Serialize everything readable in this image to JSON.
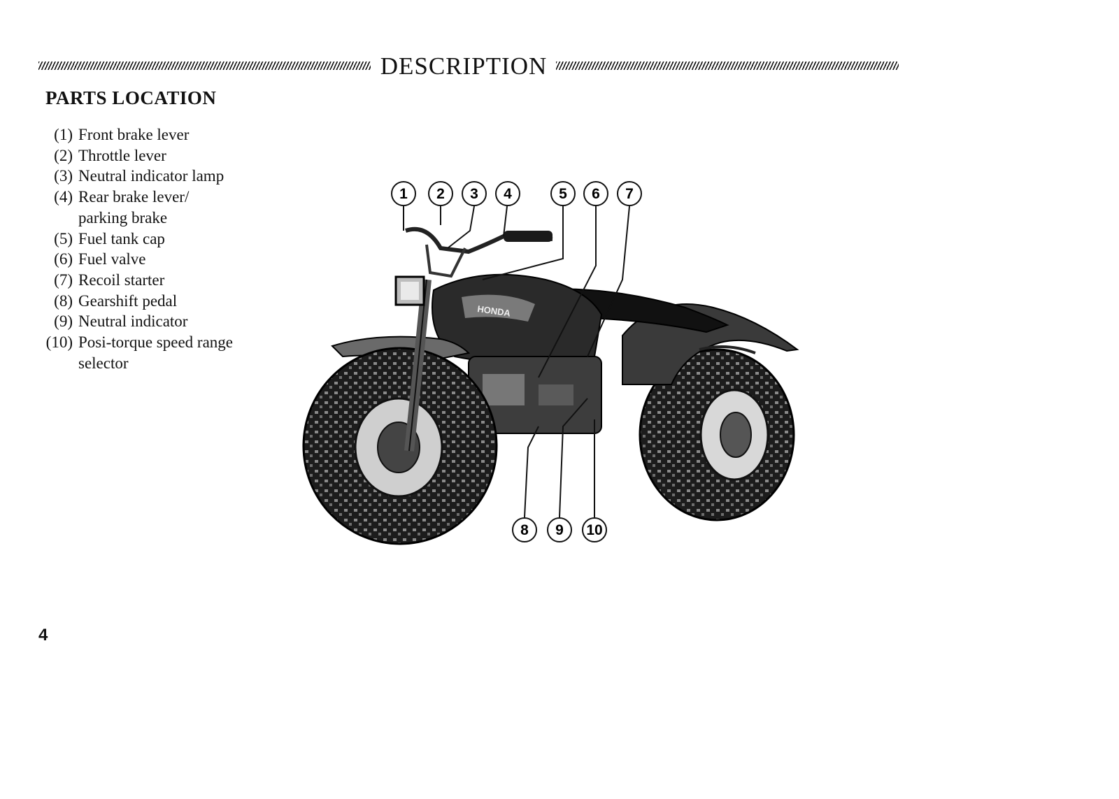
{
  "header": {
    "section_title": "DESCRIPTION"
  },
  "heading": "PARTS LOCATION",
  "parts": [
    {
      "num": "(1)",
      "label": "Front brake lever"
    },
    {
      "num": "(2)",
      "label": "Throttle lever"
    },
    {
      "num": "(3)",
      "label": "Neutral indicator lamp"
    },
    {
      "num": "(4)",
      "label": "Rear brake lever/\nparking brake"
    },
    {
      "num": "(5)",
      "label": "Fuel tank cap"
    },
    {
      "num": "(6)",
      "label": "Fuel valve"
    },
    {
      "num": "(7)",
      "label": "Recoil starter"
    },
    {
      "num": "(8)",
      "label": "Gearshift pedal"
    },
    {
      "num": "(9)",
      "label": "Neutral indicator"
    },
    {
      "num": "(10)",
      "label": "Posi-torque speed range\nselector"
    }
  ],
  "figure": {
    "callouts": [
      "1",
      "2",
      "3",
      "4",
      "5",
      "6",
      "7",
      "8",
      "9",
      "10"
    ],
    "brand_text": "HONDA"
  },
  "page_number": "4"
}
